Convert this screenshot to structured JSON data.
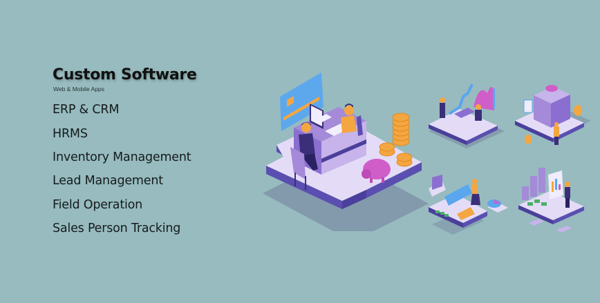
{
  "hero": {
    "title": "Custom Software",
    "subtitle": "Web & Mobile Apps",
    "items": [
      {
        "label": "ERP & CRM"
      },
      {
        "label": "HRMS"
      },
      {
        "label": "Inventory Management"
      },
      {
        "label": "Lead Management"
      },
      {
        "label": "Field Operation"
      },
      {
        "label": "Sales Person Tracking"
      }
    ]
  },
  "illustrations": {
    "main": "office-desk-meeting-illustration",
    "top_left": "business-growth-chart-illustration",
    "top_right": "bank-vault-illustration",
    "bottom_left": "credit-card-payment-illustration",
    "bottom_right": "presentation-analytics-illustration"
  },
  "colors": {
    "background": "#97bbbf",
    "platform": "#e4dcf7",
    "platform_side": "#5a4fb0",
    "purple": "#8b6fd0",
    "orange": "#f4a640",
    "pink": "#d05ec8",
    "blue": "#5aa6ef"
  }
}
